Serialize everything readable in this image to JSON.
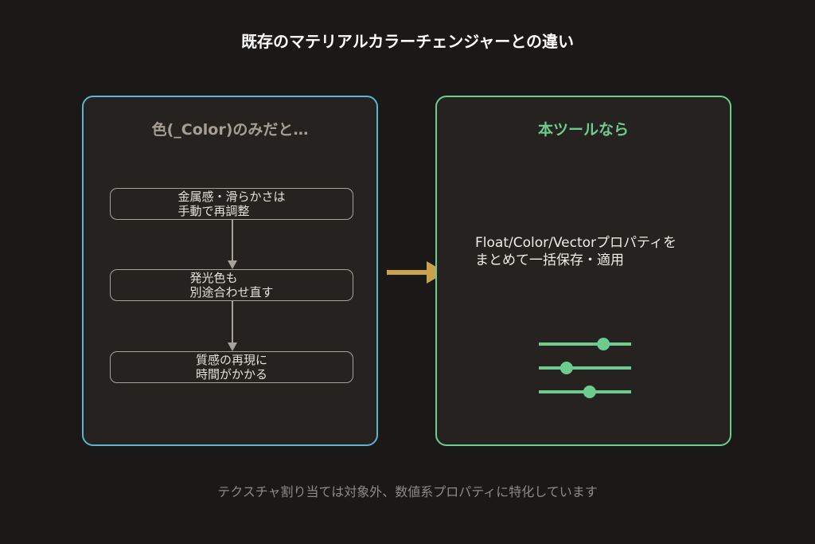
{
  "title": "既存のマテリアルカラーチェンジャーとの違い",
  "left_panel": {
    "heading": "色(_Color)のみだと…",
    "steps": [
      {
        "line1": "金属感・滑らかさは",
        "line2": "手動で再調整"
      },
      {
        "line1": "発光色も",
        "line2": "別途合わせ直す"
      },
      {
        "line1": "質感の再現に",
        "line2": "時間がかかる"
      }
    ]
  },
  "right_panel": {
    "heading": "本ツールなら",
    "description_line1": "Float/Color/Vectorプロパティを",
    "description_line2": "まとめて一括保存・適用",
    "slider_levels": [
      0.7,
      0.3,
      0.55
    ]
  },
  "footer": "テクスチャ割り当ては対象外、数値系プロパティに特化しています",
  "colors": {
    "background": "#1a1918",
    "panel": "#252220",
    "left_border": "#5fb2d0",
    "right_accent": "#6dcc8d",
    "arrow": "#c9a24b",
    "step_border": "#a8a39a"
  }
}
